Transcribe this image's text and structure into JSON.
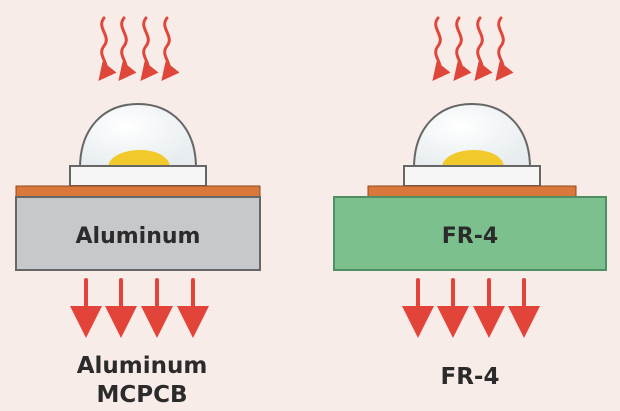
{
  "colors": {
    "background": "#f8ece9",
    "heat_wave": "#e0473b",
    "arrow": "#e2443a",
    "copper_layer": "#d9783a",
    "aluminum_fill": "#c6c8cc",
    "fr4_fill": "#7cc08e",
    "led_chip": "#f2c92a",
    "outline": "#555555"
  },
  "left": {
    "substrate_label": "Aluminum",
    "caption_line1": "Aluminum",
    "caption_line2": "MCPCB"
  },
  "right": {
    "substrate_label": "FR-4",
    "caption": "FR-4"
  }
}
